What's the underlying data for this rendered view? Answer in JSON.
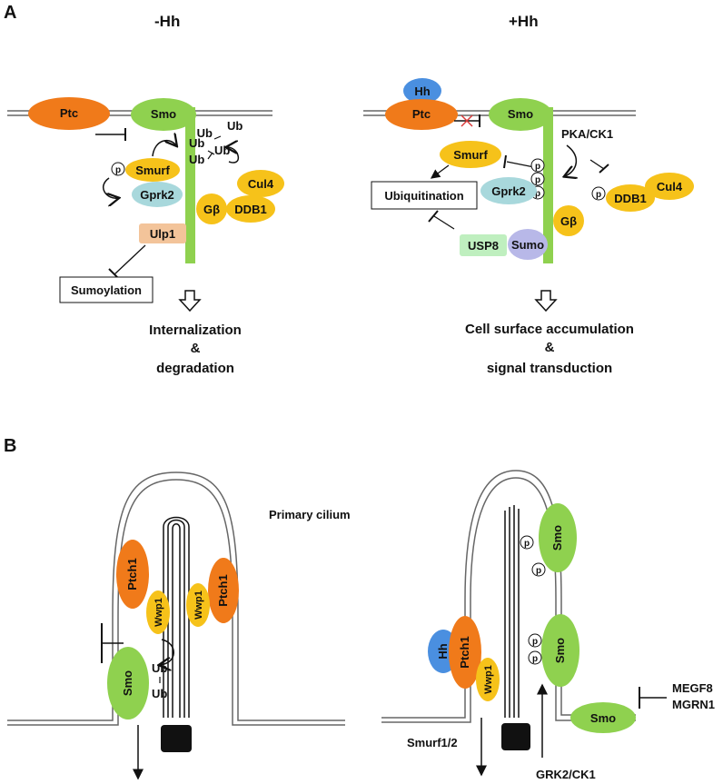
{
  "colors": {
    "ptc": "#f07a1a",
    "smo": "#8fd14f",
    "hh": "#4a8fe0",
    "yellow": "#f6c21a",
    "gprk2": "#a8d8dc",
    "ulp1": "#f3c49a",
    "usp8": "#bfefbf",
    "sumo": "#b8b8e8",
    "line": "#111111",
    "membrane_line": "#666666",
    "red_x": "#d93a3a"
  },
  "panelA": {
    "label": "A",
    "left": {
      "title": "-Hh",
      "ptc": "Ptc",
      "smo": "Smo",
      "ub_chain": [
        "Ub",
        "Ub",
        "Ub",
        "Ub"
      ],
      "smurf": "Smurf",
      "p": "p",
      "gprk2": "Gprk2",
      "cul4": "Cul4",
      "gbeta": "Gβ",
      "ddb1": "DDB1",
      "ulp1": "Ulp1",
      "sumoylation": "Sumoylation",
      "outcome_line1": "Internalization",
      "outcome_line2": "&",
      "outcome_line3": "degradation"
    },
    "right": {
      "title": "+Hh",
      "hh": "Hh",
      "ptc": "Ptc",
      "smo": "Smo",
      "kinase": "PKA/CK1",
      "smurf": "Smurf",
      "p": "p",
      "ubiquitination": "Ubiquitination",
      "gprk2": "Gprk2",
      "cul4": "Cul4",
      "ddb1": "DDB1",
      "gbeta": "Gβ",
      "usp8": "USP8",
      "sumo": "Sumo",
      "outcome_line1": "Cell surface accumulation",
      "outcome_line2": "&",
      "outcome_line3": "signal transduction"
    }
  },
  "panelB": {
    "label": "B",
    "left": {
      "cilium_label": "Primary cilium",
      "ptch1_left": "Ptch1",
      "ptch1_right": "Ptch1",
      "wwp1_left": "Wwp1",
      "wwp1_right": "Wwp1",
      "smo": "Smo",
      "ub1": "Ub",
      "ub2": "Ub"
    },
    "right": {
      "smo_top": "Smo",
      "smo_mid": "Smo",
      "smo_bottom": "Smo",
      "p": "p",
      "hh": "Hh",
      "ptch1": "Ptch1",
      "wwp1": "Wwp1",
      "megf8": "MEGF8",
      "mgrn1": "MGRN1",
      "smurf12": "Smurf1/2",
      "grk2ck1": "GRK2/CK1"
    }
  }
}
